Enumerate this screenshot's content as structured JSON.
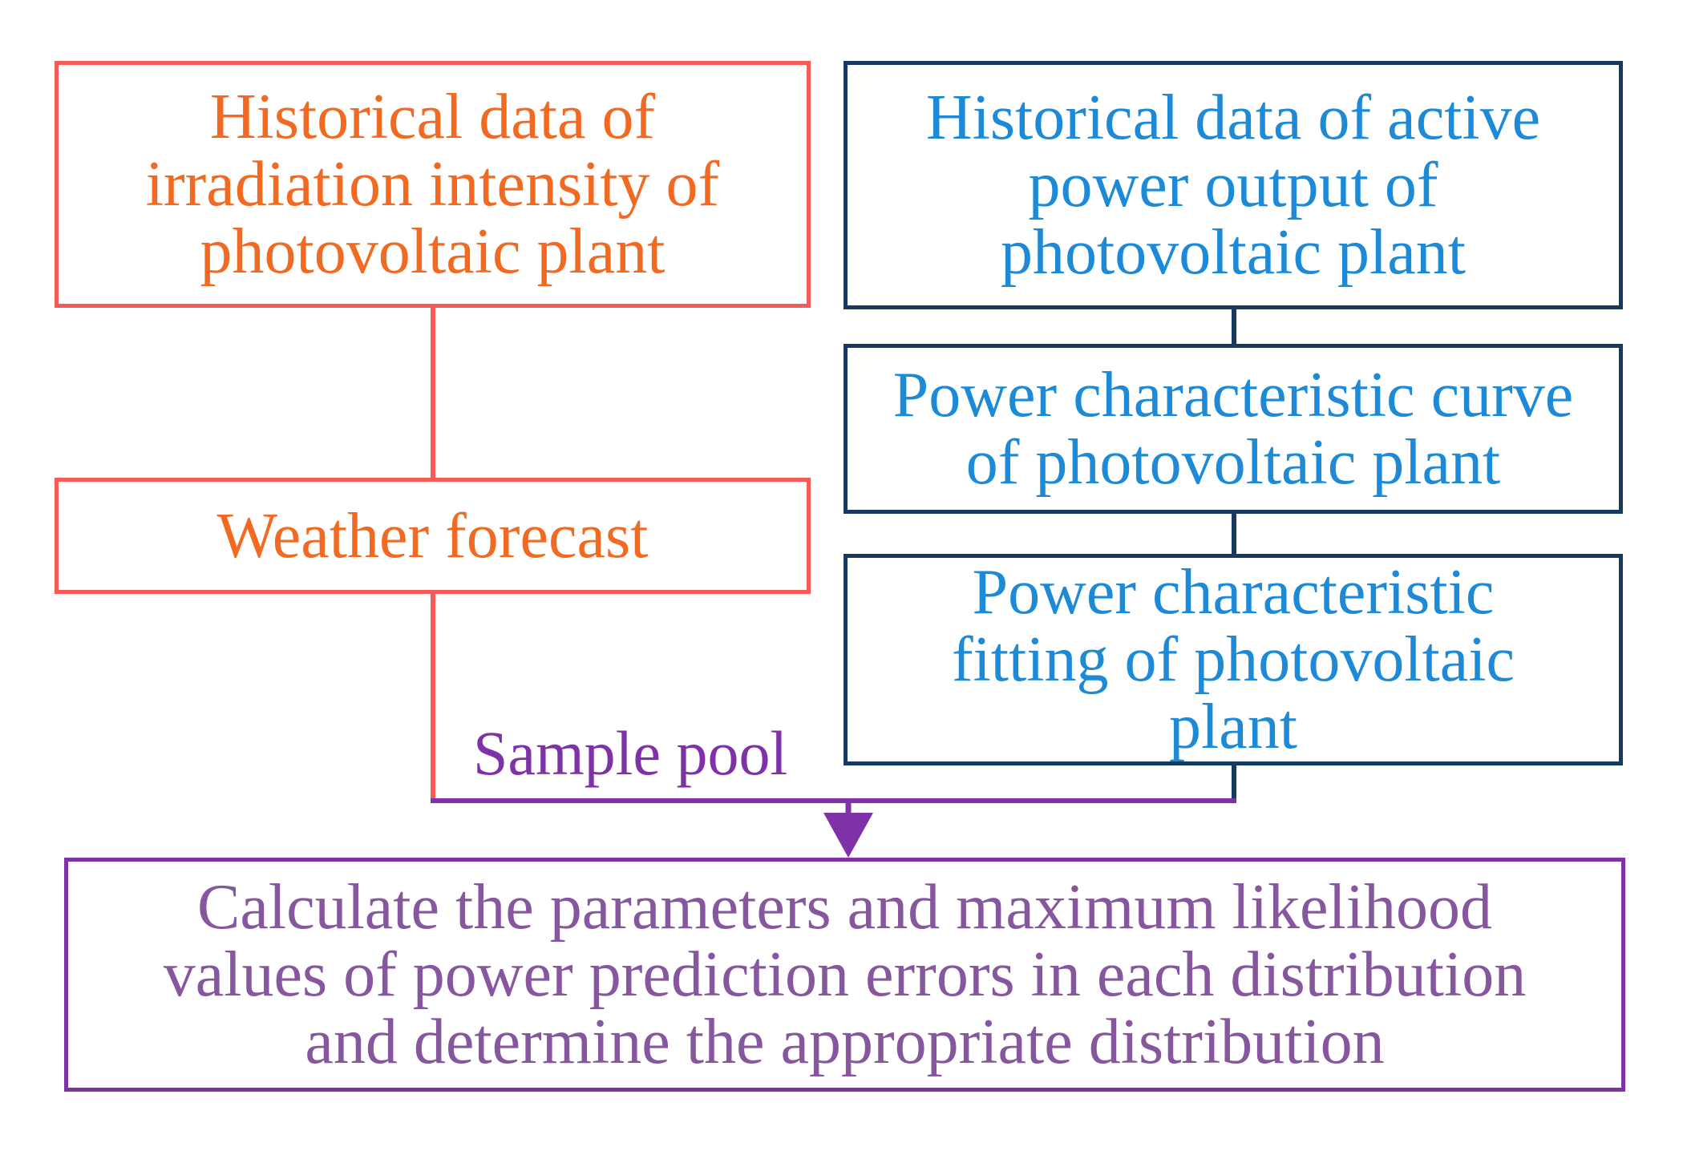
{
  "colors": {
    "orange_border": "#f45a57",
    "orange_text": "#f26a21",
    "blue_border": "#163a5f",
    "blue_text": "#1c8ad6",
    "purple_border": "#7f32a8",
    "purple_text": "#86579e",
    "sample_pool_text": "#7f32a8"
  },
  "boxes": {
    "irradiation": {
      "lines": [
        "Historical data of",
        "irradiation intensity of",
        "photovoltaic plant"
      ]
    },
    "weather": {
      "lines": [
        "Weather forecast"
      ]
    },
    "active_power": {
      "lines": [
        "Historical data of active",
        "power output of",
        "photovoltaic plant"
      ]
    },
    "power_curve": {
      "lines": [
        "Power characteristic curve",
        "of photovoltaic plant"
      ]
    },
    "power_fitting": {
      "lines": [
        "Power characteristic",
        "fitting of photovoltaic",
        "plant"
      ]
    },
    "calculate": {
      "lines": [
        "Calculate the parameters and maximum likelihood",
        "values of power prediction errors in each distribution",
        "and determine the appropriate distribution"
      ]
    }
  },
  "labels": {
    "sample_pool": "Sample pool"
  }
}
